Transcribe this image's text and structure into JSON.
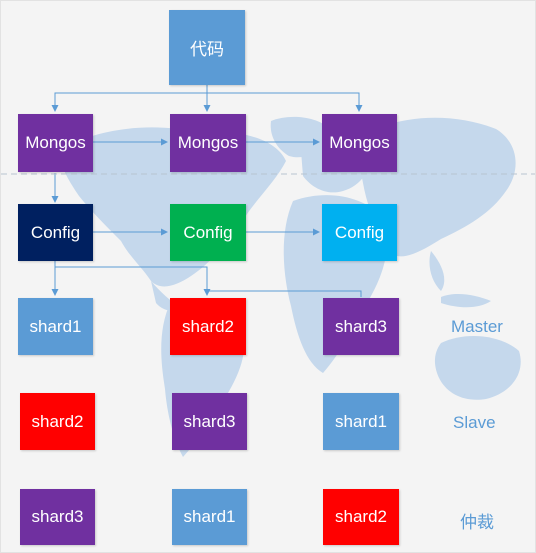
{
  "top": {
    "label": "代码",
    "color": "#5b9bd5"
  },
  "mongos": [
    {
      "label": "Mongos",
      "color": "#7030a0"
    },
    {
      "label": "Mongos",
      "color": "#7030a0"
    },
    {
      "label": "Mongos",
      "color": "#7030a0"
    }
  ],
  "config": [
    {
      "label": "Config",
      "color": "#002060"
    },
    {
      "label": "Config",
      "color": "#00b050"
    },
    {
      "label": "Config",
      "color": "#00b0f0"
    }
  ],
  "rows": [
    {
      "label": "Master",
      "cells": [
        {
          "label": "shard1",
          "color": "#5b9bd5"
        },
        {
          "label": "shard2",
          "color": "#ff0000"
        },
        {
          "label": "shard3",
          "color": "#7030a0"
        }
      ]
    },
    {
      "label": "Slave",
      "cells": [
        {
          "label": "shard2",
          "color": "#ff0000"
        },
        {
          "label": "shard3",
          "color": "#7030a0"
        },
        {
          "label": "shard1",
          "color": "#5b9bd5"
        }
      ]
    },
    {
      "label": "仲裁",
      "cells": [
        {
          "label": "shard3",
          "color": "#7030a0"
        },
        {
          "label": "shard1",
          "color": "#5b9bd5"
        },
        {
          "label": "shard2",
          "color": "#ff0000"
        }
      ]
    }
  ],
  "colors": {
    "connector": "#5b9bd5",
    "divider": "#b8c4d0",
    "map": "#c5d8ec"
  },
  "icons": {
    "background": "world-map-icon"
  }
}
